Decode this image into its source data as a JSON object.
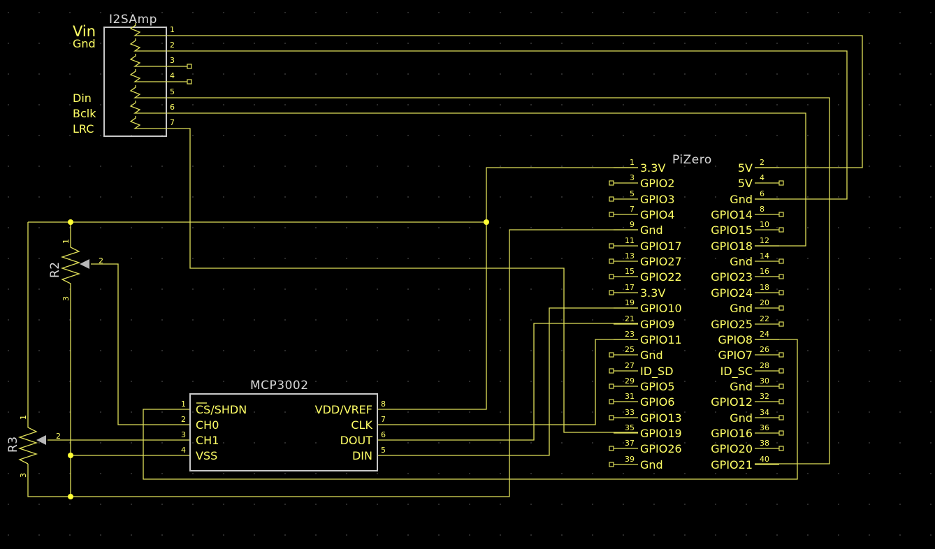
{
  "colors": {
    "background": "#000000",
    "wire": "#e0e05a",
    "label": "#ffff66",
    "body": "#c8c8c8"
  },
  "i2samp": {
    "name": "I2SAmp",
    "labels": [
      "Vin",
      "Gnd",
      "Din",
      "Bclk",
      "LRC"
    ],
    "pins": [
      "1",
      "2",
      "3",
      "4",
      "5",
      "6",
      "7"
    ]
  },
  "pizero": {
    "name": "PiZero",
    "left": [
      {
        "num": "1",
        "label": "3.3V"
      },
      {
        "num": "3",
        "label": "GPIO2"
      },
      {
        "num": "5",
        "label": "GPIO3"
      },
      {
        "num": "7",
        "label": "GPIO4"
      },
      {
        "num": "9",
        "label": "Gnd"
      },
      {
        "num": "11",
        "label": "GPIO17"
      },
      {
        "num": "13",
        "label": "GPIO27"
      },
      {
        "num": "15",
        "label": "GPIO22"
      },
      {
        "num": "17",
        "label": "3.3V"
      },
      {
        "num": "19",
        "label": "GPIO10"
      },
      {
        "num": "21",
        "label": "GPIO9"
      },
      {
        "num": "23",
        "label": "GPIO11"
      },
      {
        "num": "25",
        "label": "Gnd"
      },
      {
        "num": "27",
        "label": "ID_SD"
      },
      {
        "num": "29",
        "label": "GPIO5"
      },
      {
        "num": "31",
        "label": "GPIO6"
      },
      {
        "num": "33",
        "label": "GPIO13"
      },
      {
        "num": "35",
        "label": "GPIO19"
      },
      {
        "num": "37",
        "label": "GPIO26"
      },
      {
        "num": "39",
        "label": "Gnd"
      }
    ],
    "right": [
      {
        "num": "2",
        "label": "5V"
      },
      {
        "num": "4",
        "label": "5V"
      },
      {
        "num": "6",
        "label": "Gnd"
      },
      {
        "num": "8",
        "label": "GPIO14"
      },
      {
        "num": "10",
        "label": "GPIO15"
      },
      {
        "num": "12",
        "label": "GPIO18"
      },
      {
        "num": "14",
        "label": "Gnd"
      },
      {
        "num": "16",
        "label": "GPIO23"
      },
      {
        "num": "18",
        "label": "GPIO24"
      },
      {
        "num": "20",
        "label": "Gnd"
      },
      {
        "num": "22",
        "label": "GPIO25"
      },
      {
        "num": "24",
        "label": "GPIO8"
      },
      {
        "num": "26",
        "label": "GPIO7"
      },
      {
        "num": "28",
        "label": "ID_SC"
      },
      {
        "num": "30",
        "label": "Gnd"
      },
      {
        "num": "32",
        "label": "GPIO12"
      },
      {
        "num": "34",
        "label": "Gnd"
      },
      {
        "num": "36",
        "label": "GPIO16"
      },
      {
        "num": "38",
        "label": "GPIO20"
      },
      {
        "num": "40",
        "label": "GPIO21"
      }
    ]
  },
  "mcp3002": {
    "name": "MCP3002",
    "left": [
      {
        "num": "1",
        "label": "CS/SHDN"
      },
      {
        "num": "2",
        "label": "CH0"
      },
      {
        "num": "3",
        "label": "CH1"
      },
      {
        "num": "4",
        "label": "VSS"
      }
    ],
    "right": [
      {
        "num": "8",
        "label": "VDD/VREF"
      },
      {
        "num": "7",
        "label": "CLK"
      },
      {
        "num": "6",
        "label": "DOUT"
      },
      {
        "num": "5",
        "label": "DIN"
      }
    ]
  },
  "r2": {
    "name": "R2",
    "pins": [
      "1",
      "2",
      "3"
    ]
  },
  "r3": {
    "name": "R3",
    "pins": [
      "1",
      "2",
      "3"
    ]
  }
}
